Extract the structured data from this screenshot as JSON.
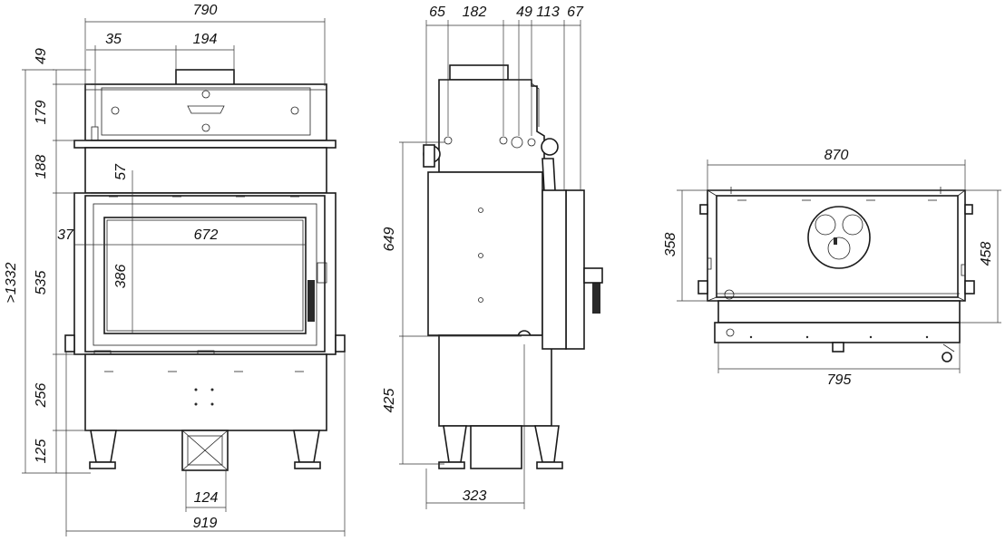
{
  "front_view": {
    "width_top": "790",
    "top_offset_1": "35",
    "collar_width": "194",
    "height_1": "49",
    "height_2": "179",
    "height_3": "188",
    "glass_offset": "57",
    "side_offset": "37",
    "glass_width": "672",
    "glass_height": "386",
    "height_4": "535",
    "height_5": "256",
    "leg_height": "125",
    "total_height": ">1332",
    "air_inlet_width": "124",
    "width_bottom": "919"
  },
  "side_view": {
    "dim_a": "65",
    "dim_b": "182",
    "dim_c": "49",
    "dim_d": "113",
    "dim_e": "67",
    "height_upper": "649",
    "height_lower": "425",
    "depth_bottom": "323"
  },
  "top_view": {
    "width_top": "870",
    "depth_left": "358",
    "depth_right": "458",
    "width_bottom": "795"
  }
}
